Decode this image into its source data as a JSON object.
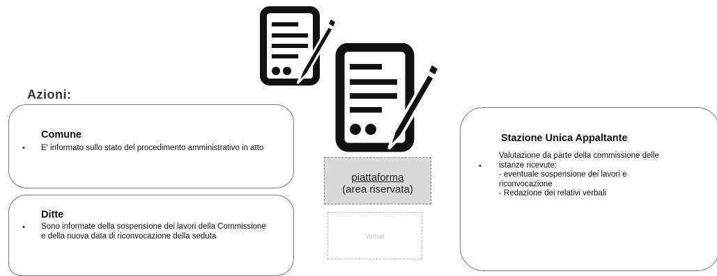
{
  "heading": "Azioni:",
  "comune": {
    "title": "Comune",
    "text": "E' informato sullo stato del procedimento amministrativo in atto"
  },
  "ditte": {
    "title": "Ditte",
    "text": "Sono informate della sospensione dei lavori della Commissione e della nuova data di riconvocazione della seduta"
  },
  "stazione": {
    "title": "Stazione Unica Appaltante",
    "lines": [
      "Valutazione da parte della commissione delle",
      "istanze ricevute:",
      "- eventuale sospensione dei lavori e",
      "riconvocazione",
      "- Redazione dei relativi verbali"
    ]
  },
  "platform": {
    "line1": "piattaforma",
    "line2": "(area riservata)"
  },
  "verbali": "Verbali",
  "bullet_glyph": "•",
  "icons": [
    "document-pen-icon",
    "document-pen-icon"
  ]
}
